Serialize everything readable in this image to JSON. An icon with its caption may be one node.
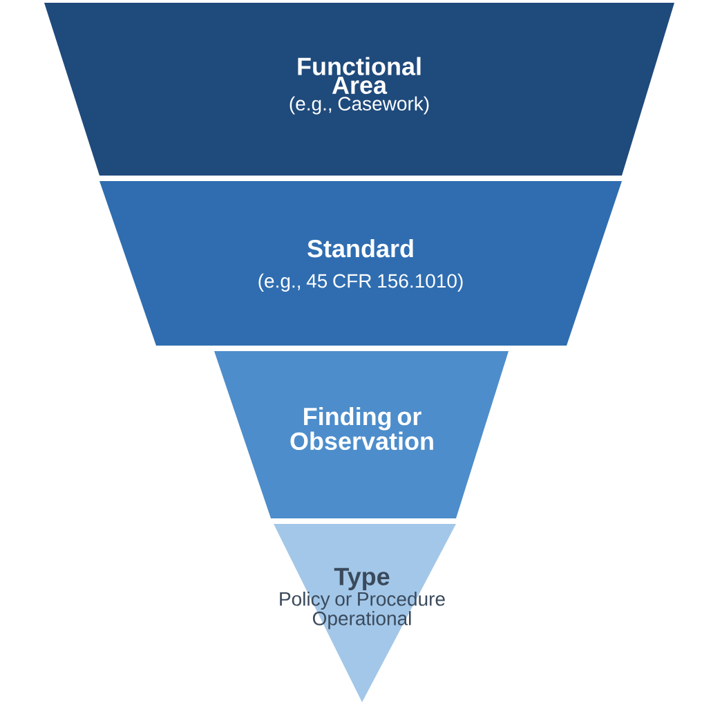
{
  "diagram": {
    "nodes": [
      {
        "text": [
          "Functional Area",
          "(e.g., Casework)"
        ]
      },
      {
        "text": [
          "Standard",
          "(e.g., 45 CFR 156.1010)"
        ]
      },
      {
        "text": [
          "Finding or Observation"
        ]
      },
      {
        "text": [
          "Type",
          "Policy or Procedure",
          "Operational"
        ]
      }
    ]
  }
}
